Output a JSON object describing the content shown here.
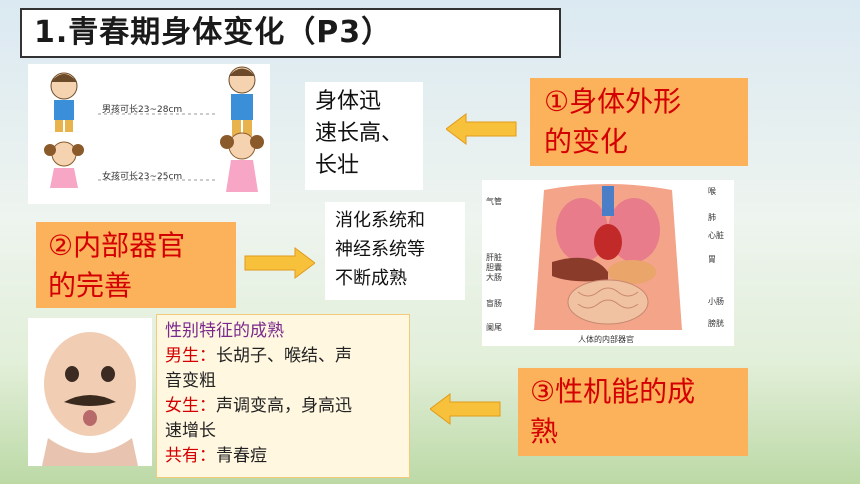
{
  "title": "1.青春期身体变化（P3）",
  "growth": {
    "boy_label": "男孩可长23~28cm",
    "girl_label": "女孩可长23~25cm"
  },
  "box1": {
    "text": [
      "身体迅",
      "速长高、",
      "长壮"
    ]
  },
  "label1": {
    "lines": [
      "①身体外形",
      "的变化"
    ]
  },
  "label2": {
    "lines": [
      "②内部器官",
      "的完善"
    ]
  },
  "box2": {
    "text": [
      "消化系统和",
      "神经系统等",
      "不断成熟"
    ]
  },
  "organ_diagram": {
    "caption": "人体的内部器官",
    "left_labels": [
      "气管",
      "肝脏",
      "胆囊",
      "大肠",
      "盲肠",
      "阑尾"
    ],
    "right_labels": [
      "喉",
      "肺",
      "心脏",
      "胃",
      "小肠",
      "膀胱"
    ]
  },
  "label3": {
    "lines": [
      "③性机能的成",
      "熟"
    ]
  },
  "traits": {
    "heading": "性别特征的成熟",
    "male_key": "男生：",
    "male_val1": "长胡子、喉结、声",
    "male_val2": "音变粗",
    "female_key": "女生：",
    "female_val1": "声调变高，身高迅",
    "female_val2": "速增长",
    "common_key": "共有：",
    "common_val": "青春痘"
  },
  "colors": {
    "orange_box": "#fbb25a",
    "label_red": "#d40000",
    "arrow_yellow": "#f7c13c"
  }
}
